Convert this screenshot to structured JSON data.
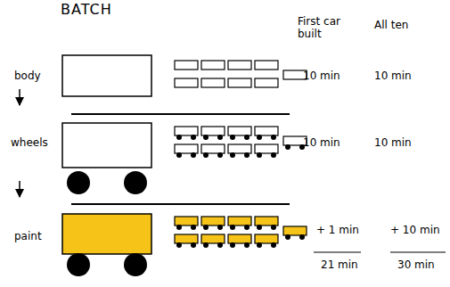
{
  "diagram": {
    "title": "BATCH",
    "labels": [
      "First car built",
      "All ten",
      "body",
      "10 min",
      "10 min",
      "wheels",
      "10 min",
      "10 min",
      "paint",
      "+ 1 min",
      "+ 10 min",
      "21 min",
      "30 min"
    ]
  }
}
